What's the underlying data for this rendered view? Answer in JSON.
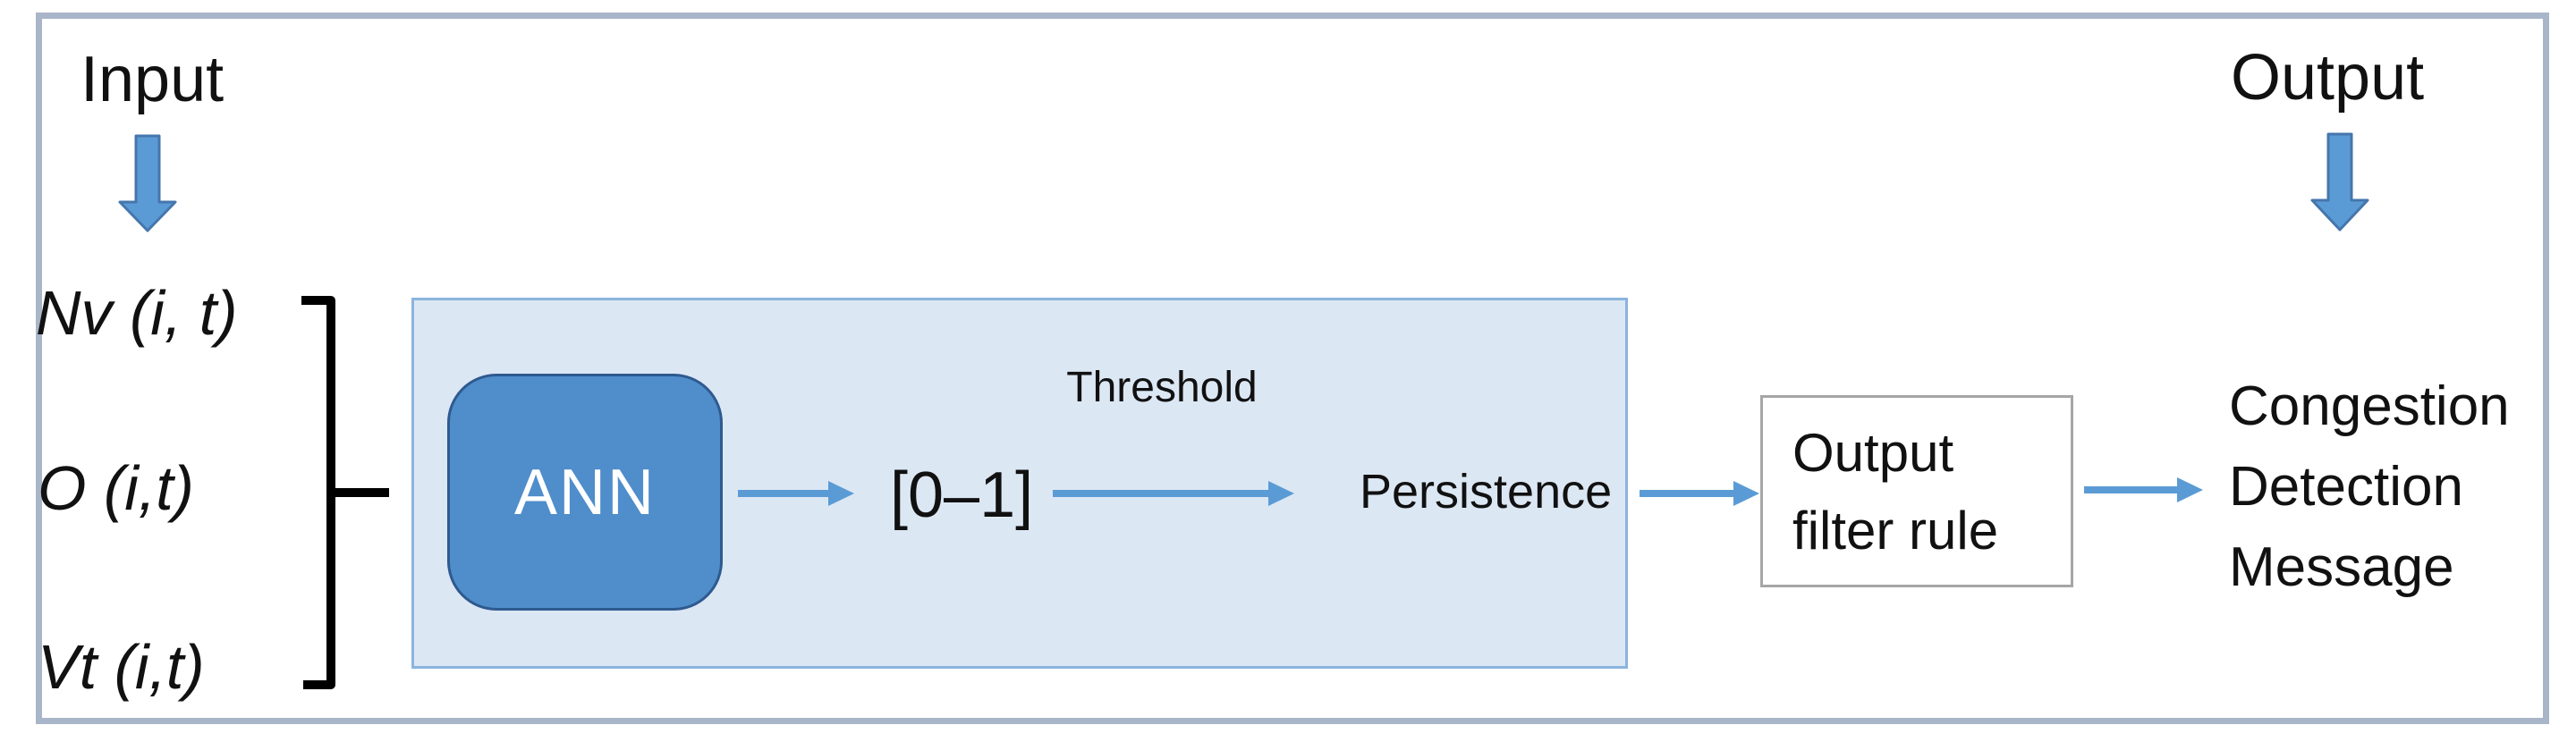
{
  "diagram": {
    "input_label": "Input",
    "output_label": "Output",
    "inputs": [
      "Nv (i, t)",
      "O (i,t)",
      "Vt (i,t)"
    ],
    "ann_label": "ANN",
    "range_label": "[0–1]",
    "threshold_label": "Threshold",
    "persistence_label": "Persistence",
    "output_filter_line1": "Output",
    "output_filter_line2": "filter rule",
    "output_message_lines": [
      "Congestion",
      "Detection",
      "Message"
    ],
    "colors": {
      "accent_blue": "#5b9bd5",
      "block_arrow_border": "#4576ac",
      "ann_fill": "#4f8dcb",
      "ann_border": "#2e5a8f",
      "panel_fill": "#dce7f4",
      "panel_border": "#8ab4dd",
      "frame_border": "#a9b5c9",
      "box_border": "#a6a6a6",
      "text": "#111111",
      "bracket": "#000000"
    }
  }
}
